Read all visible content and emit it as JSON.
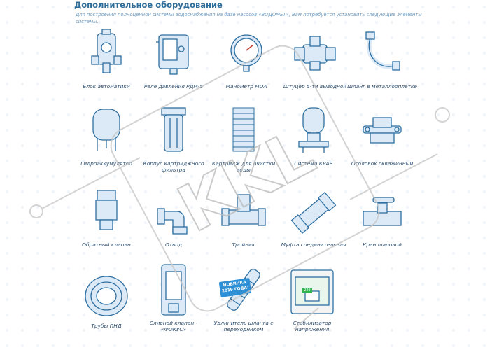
{
  "header": {
    "title": "Дополнительное оборудование",
    "intro": "Для построения полноценной системы водоснабжения на базе насосов «ВОДОМЕТ», Вам потребуется установить следующие элементы системы."
  },
  "items": [
    {
      "label": "Блок автоматики",
      "icon": "automation-block-icon"
    },
    {
      "label": "Реле давления РДМ-5",
      "icon": "pressure-relay-icon"
    },
    {
      "label": "Манометр MDA",
      "icon": "manometer-icon"
    },
    {
      "label": "Штуцер 5-ти выводной",
      "icon": "five-way-fitting-icon"
    },
    {
      "label": "Шланг в металлооплетке",
      "icon": "braided-hose-icon"
    },
    {
      "label": "Гидроаккумулятор",
      "icon": "hydro-accumulator-icon"
    },
    {
      "label": "Корпус картриджного фильтра",
      "icon": "cartridge-filter-housing-icon"
    },
    {
      "label": "Картридж для очистки воды",
      "icon": "water-cartridge-icon"
    },
    {
      "label": "Система КРАБ",
      "icon": "krab-system-icon"
    },
    {
      "label": "Оголовок скважинный",
      "icon": "well-head-icon"
    },
    {
      "label": "Обратный клапан",
      "icon": "check-valve-icon"
    },
    {
      "label": "Отвод",
      "icon": "elbow-icon"
    },
    {
      "label": "Тройник",
      "icon": "tee-icon"
    },
    {
      "label": "Муфта соединительная",
      "icon": "coupling-icon"
    },
    {
      "label": "Кран шаровой",
      "icon": "ball-valve-icon"
    },
    {
      "label": "Трубы ПНД",
      "icon": "pipe-coil-icon"
    },
    {
      "label": "Сливной клапан - «ФОКУС»",
      "icon": "drain-valve-icon"
    },
    {
      "label": "Удлинитель шланга с переходником",
      "icon": "hose-extender-icon"
    },
    {
      "label": "Стабилизатор напряжения",
      "icon": "voltage-stabilizer-icon"
    }
  ],
  "badge": {
    "text": "НОВИНКА 2019 ГОДА!"
  },
  "stabilizer_display": "220",
  "watermark": {
    "text": "KKL"
  },
  "colors": {
    "line": "#2f6fa0",
    "accent": "#2e8fd4",
    "fill": "#dbeaf6"
  }
}
